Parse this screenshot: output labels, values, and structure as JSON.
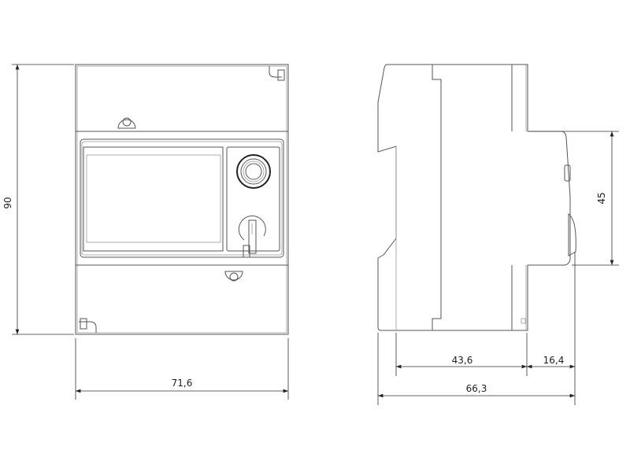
{
  "dimensions": {
    "height": "90",
    "width": "71,6",
    "front_module_height": "45",
    "depth_body": "43,6",
    "depth_front": "16,4",
    "depth_total": "66,3"
  },
  "colors": {
    "line": "#555555",
    "dimension": "#333333"
  }
}
